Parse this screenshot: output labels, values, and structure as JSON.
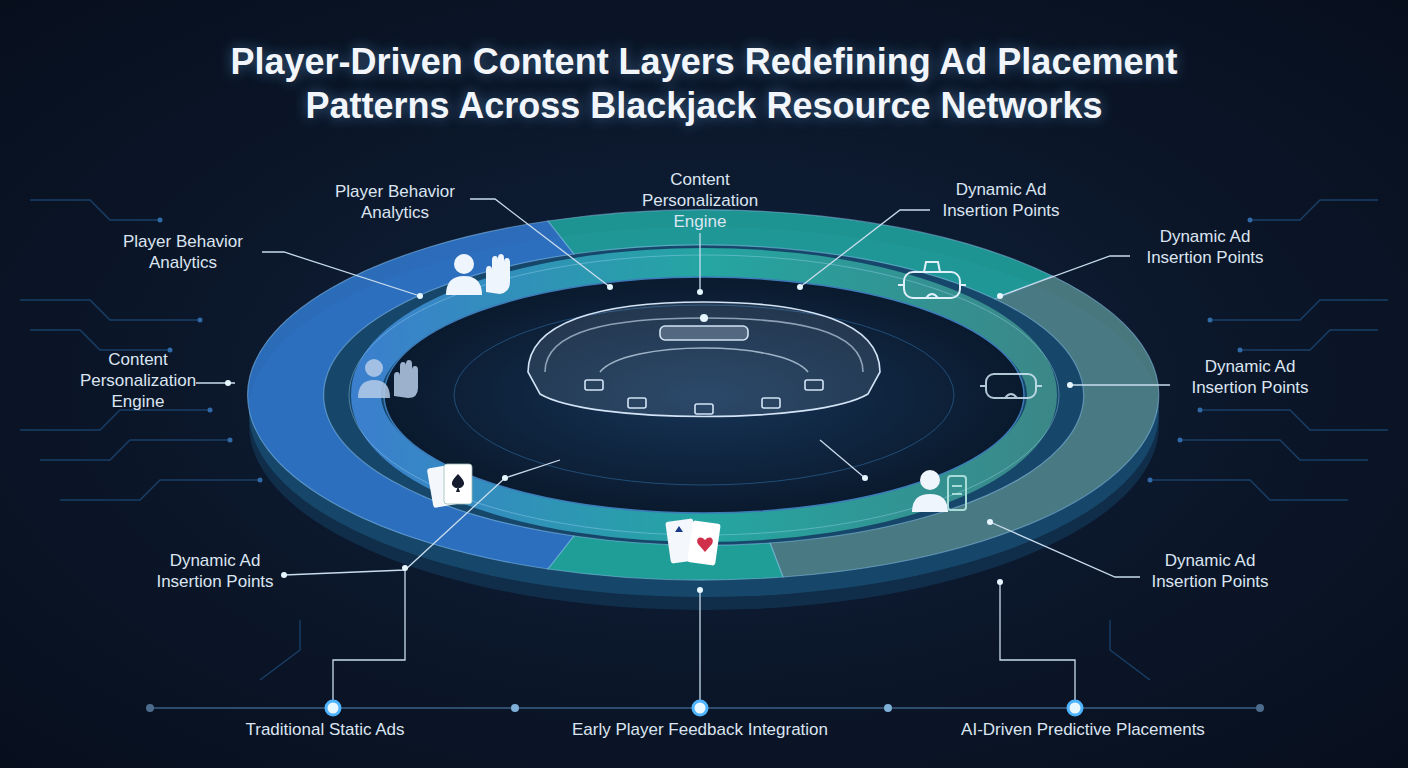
{
  "diagram": {
    "title": "Player-Driven Content Layers Redefining Ad Placement Patterns Across Blackjack Resource Networks",
    "labels": [
      "Player Behavior Analytics",
      "Content Personalization Engine",
      "Dynamic Ad Insertion Points",
      "Player Behavior Analytics",
      "Dynamic Ad Insertion Points",
      "Content Personalization Engine",
      "Dynamic Ad Insertion Points",
      "Dynamic Ad Insertion Points",
      "Dynamic Ad Insertion Points",
      "Traditional Static Ads",
      "Early Player Feedback Integration",
      "AI-Driven Predictive Placements"
    ]
  }
}
